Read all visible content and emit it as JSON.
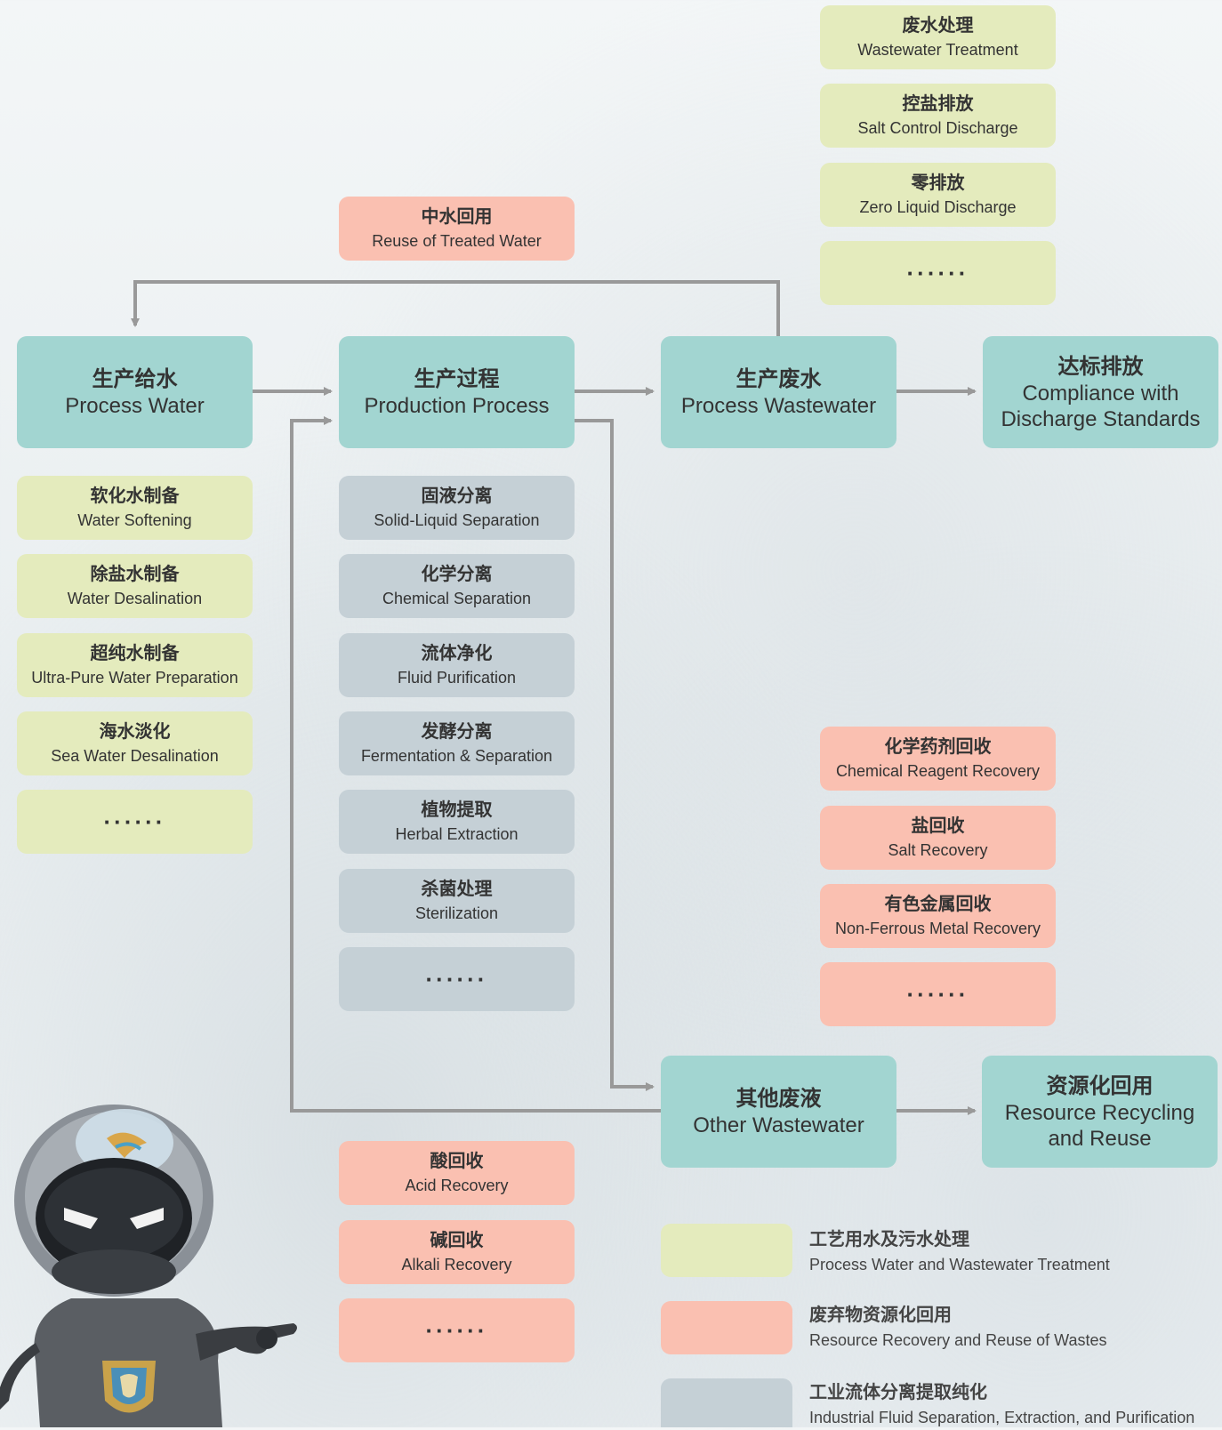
{
  "main_nodes": {
    "process_water": {
      "cn": "生产给水",
      "en": "Process Water"
    },
    "production_process": {
      "cn": "生产过程",
      "en": "Production Process"
    },
    "process_wastewater": {
      "cn": "生产废水",
      "en": "Process Wastewater"
    },
    "compliance": {
      "cn": "达标排放",
      "en": "Compliance with Discharge Standards"
    },
    "other_wastewater": {
      "cn": "其他废液",
      "en": "Other Wastewater"
    },
    "resource_recycling": {
      "cn": "资源化回用",
      "en": "Resource Recycling and Reuse"
    }
  },
  "reuse_treated_water": {
    "cn": "中水回用",
    "en": "Reuse of Treated Water"
  },
  "wastewater_options": [
    {
      "cn": "废水处理",
      "en": "Wastewater Treatment"
    },
    {
      "cn": "控盐排放",
      "en": "Salt Control Discharge"
    },
    {
      "cn": "零排放",
      "en": "Zero Liquid Discharge"
    },
    {
      "en": "······"
    }
  ],
  "water_prep": [
    {
      "cn": "软化水制备",
      "en": "Water Softening"
    },
    {
      "cn": "除盐水制备",
      "en": "Water Desalination"
    },
    {
      "cn": "超纯水制备",
      "en": "Ultra-Pure Water Preparation"
    },
    {
      "cn": "海水淡化",
      "en": "Sea Water Desalination"
    },
    {
      "en": "······"
    }
  ],
  "separation": [
    {
      "cn": "固液分离",
      "en": "Solid-Liquid Separation"
    },
    {
      "cn": "化学分离",
      "en": "Chemical Separation"
    },
    {
      "cn": "流体净化",
      "en": "Fluid Purification"
    },
    {
      "cn": "发酵分离",
      "en": "Fermentation & Separation"
    },
    {
      "cn": "植物提取",
      "en": "Herbal Extraction"
    },
    {
      "cn": "杀菌处理",
      "en": "Sterilization"
    },
    {
      "en": "······"
    }
  ],
  "recovery_right": [
    {
      "cn": "化学药剂回收",
      "en": "Chemical Reagent Recovery"
    },
    {
      "cn": "盐回收",
      "en": "Salt Recovery"
    },
    {
      "cn": "有色金属回收",
      "en": "Non-Ferrous Metal Recovery"
    },
    {
      "en": "······"
    }
  ],
  "recovery_bottom": [
    {
      "cn": "酸回收",
      "en": "Acid Recovery"
    },
    {
      "cn": "碱回收",
      "en": "Alkali Recovery"
    },
    {
      "en": "······"
    }
  ],
  "legend": [
    {
      "cn": "工艺用水及污水处理",
      "en": "Process Water and Wastewater Treatment",
      "color": "#e4ebbd"
    },
    {
      "cn": "废弃物资源化回用",
      "en": "Resource Recovery and Reuse of Wastes",
      "color": "#fac0b1"
    },
    {
      "cn": "工业流体分离提取纯化",
      "en": "Industrial Fluid Separation, Extraction, and Purification",
      "color": "#c5d0d6"
    }
  ],
  "colors": {
    "main": "#a2d5d1",
    "green": "#e4ebbd",
    "pink": "#fac0b1",
    "grey": "#c5d0d6",
    "connector": "#999999"
  }
}
